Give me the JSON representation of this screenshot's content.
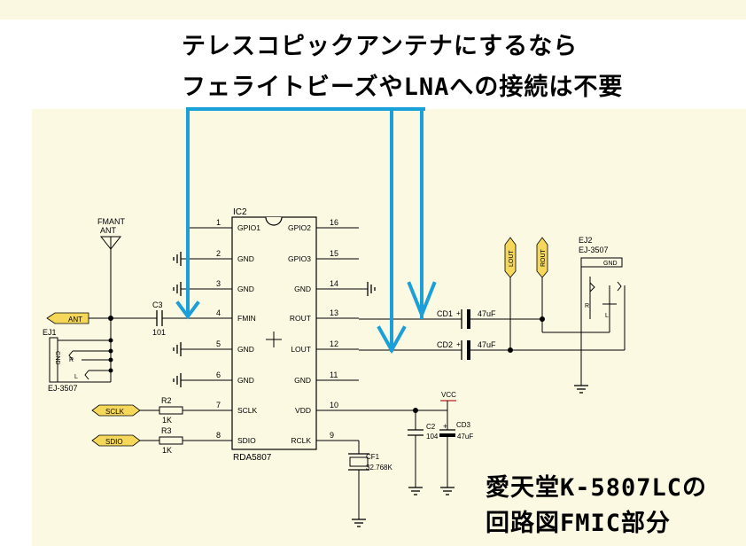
{
  "annotation": {
    "line1": "テレスコピックアンテナにするなら",
    "line2": "フェライトビーズやLNAへの接続は不要",
    "arrow_color": "#1aa0d8"
  },
  "caption": {
    "line1": "愛天堂K-5807LCの",
    "line2": "回路図FMIC部分"
  },
  "ic": {
    "ref": "IC2",
    "part": "RDA5807",
    "left_pins": [
      {
        "num": "1",
        "name": "GPIO1"
      },
      {
        "num": "2",
        "name": "GND"
      },
      {
        "num": "3",
        "name": "GND"
      },
      {
        "num": "4",
        "name": "FMIN"
      },
      {
        "num": "5",
        "name": "GND"
      },
      {
        "num": "6",
        "name": "GND"
      },
      {
        "num": "7",
        "name": "SCLK"
      },
      {
        "num": "8",
        "name": "SDIO"
      }
    ],
    "right_pins": [
      {
        "num": "16",
        "name": "GPIO2"
      },
      {
        "num": "15",
        "name": "GPIO3"
      },
      {
        "num": "14",
        "name": "GND"
      },
      {
        "num": "13",
        "name": "ROUT"
      },
      {
        "num": "12",
        "name": "LOUT"
      },
      {
        "num": "11",
        "name": "GND"
      },
      {
        "num": "10",
        "name": "VDD"
      },
      {
        "num": "9",
        "name": "RCLK"
      }
    ]
  },
  "components": {
    "fmant_label": "FMANT",
    "ant_label": "ANT",
    "ant_port": "ANT",
    "c3_ref": "C3",
    "c3_val": "101",
    "ej1_ref": "EJ1",
    "ej1_part": "EJ-3507",
    "ej1_gnd": "GND",
    "ej1_r": "R",
    "ej1_l": "L",
    "sclk_port": "SCLK",
    "sdio_port": "SDIO",
    "r2_ref": "R2",
    "r2_val": "1K",
    "r3_ref": "R3",
    "r3_val": "1K",
    "cd1_ref": "CD1",
    "cd1_val": "47uF",
    "cd2_ref": "CD2",
    "cd2_val": "47uF",
    "lout_port": "LOUT",
    "rout_port": "ROUT",
    "ej2_ref": "EJ2",
    "ej2_part": "EJ-3507",
    "ej2_gnd": "GND",
    "ej2_r": "R",
    "ej2_l": "L",
    "vcc": "VCC",
    "c2_ref": "C2",
    "c2_val": "104",
    "cd3_ref": "CD3",
    "cd3_val": "47uF",
    "cd3_plus": "+",
    "cf1_ref": "CF1",
    "cf1_val": "32.768K"
  }
}
